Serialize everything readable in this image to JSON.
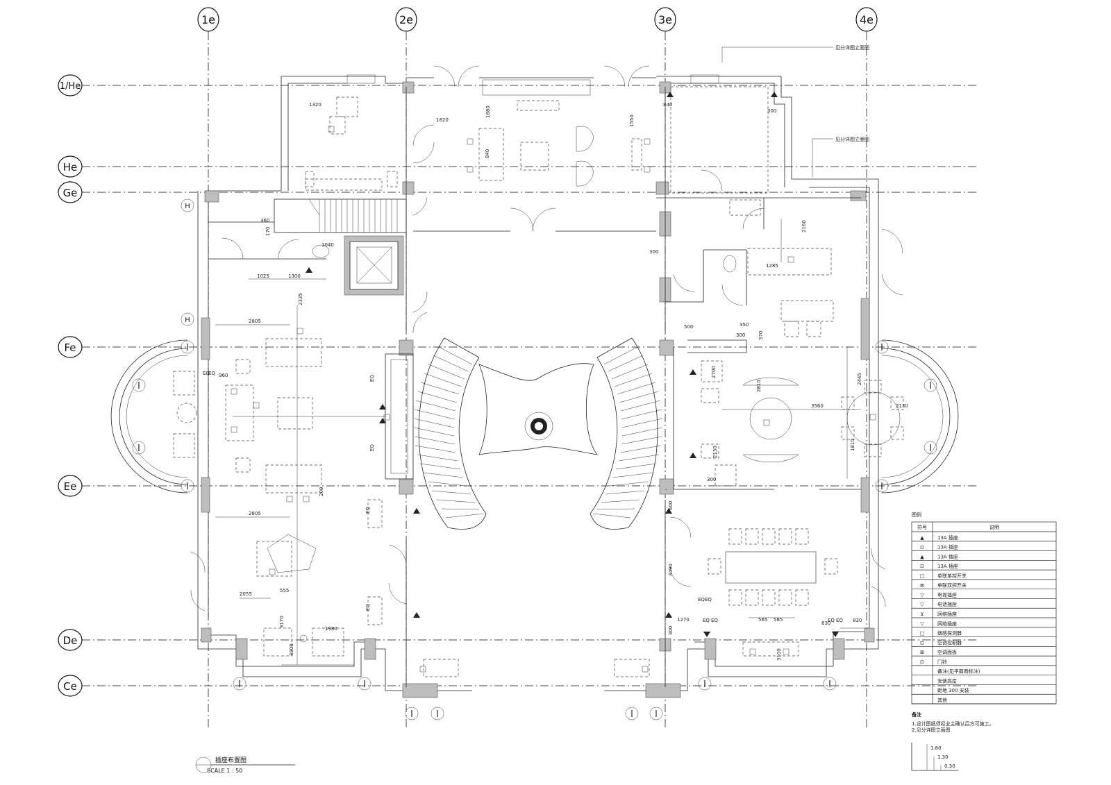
{
  "axes": {
    "columns": [
      "1e",
      "2e",
      "3e",
      "4e"
    ],
    "rows": [
      "1/He",
      "He",
      "Ge",
      "Fe",
      "Ee",
      "De",
      "Ce"
    ]
  },
  "markers": [
    "H",
    "H"
  ],
  "notes_top": [
    "见分详图立面图",
    "见分详图立面图"
  ],
  "dimensions": {
    "top_left": [
      "1320",
      "1820",
      "1880",
      "840"
    ],
    "top_right": [
      "1550",
      "840",
      "300"
    ],
    "left_stair": [
      "170",
      "360",
      "1040"
    ],
    "left_mid": [
      "1025",
      "1300",
      "2335"
    ],
    "left_room": [
      "2805",
      "960",
      "EQ",
      "EQ",
      "200"
    ],
    "left_lower": [
      "2805",
      "2055",
      "555",
      "3170",
      "1980",
      "3000"
    ],
    "center": [
      "EQ",
      "EQ",
      "EQ",
      "EQ",
      "EQ",
      "EQ"
    ],
    "right_upper": [
      "2160",
      "300",
      "1285",
      "500",
      "300",
      "370",
      "830"
    ],
    "right_mid": [
      "2700",
      "2810",
      "3560",
      "2130",
      "2445",
      "1810",
      "2130",
      "300",
      "350"
    ],
    "right_lower": [
      "600",
      "3490",
      "1270",
      "EQ",
      "EQ",
      "565",
      "585",
      "EQ",
      "EQ",
      "830",
      "300",
      "3100"
    ]
  },
  "legend": {
    "header": [
      "符号",
      "说明"
    ],
    "rows": [
      [
        "▲",
        "13A  插座"
      ],
      [
        "⊡",
        "13A  插座"
      ],
      [
        "▲",
        "13A  插座"
      ],
      [
        "⊡",
        "13A  插座"
      ],
      [
        "□",
        "单联单控开关"
      ],
      [
        "⊠",
        "单联双控开关"
      ],
      [
        "▽",
        "电视插座"
      ],
      [
        "▽",
        "电话插座"
      ],
      [
        "⊻",
        "网络插座"
      ],
      [
        "▽",
        "网络插座"
      ],
      [
        "□",
        "烟感探测器"
      ],
      [
        "⊡",
        "空调控制器"
      ],
      [
        "⊠",
        "空调面板"
      ],
      [
        "⊡",
        "门铃"
      ],
      [
        "",
        "备注(见平面图标注)"
      ],
      [
        "",
        "安装高度"
      ],
      [
        "",
        "距地 300  安装"
      ],
      [
        "",
        "其他"
      ]
    ]
  },
  "notes_bottom": {
    "heading": "备注",
    "lines": [
      "1.设计图纸须经业主确认后方可施工。",
      "2.见分详图立面图"
    ]
  },
  "height_marks": [
    "1.80",
    "1.30",
    "0.30"
  ],
  "title_block": {
    "title": "插座布置图",
    "scale": "SCALE 1 : 50"
  }
}
